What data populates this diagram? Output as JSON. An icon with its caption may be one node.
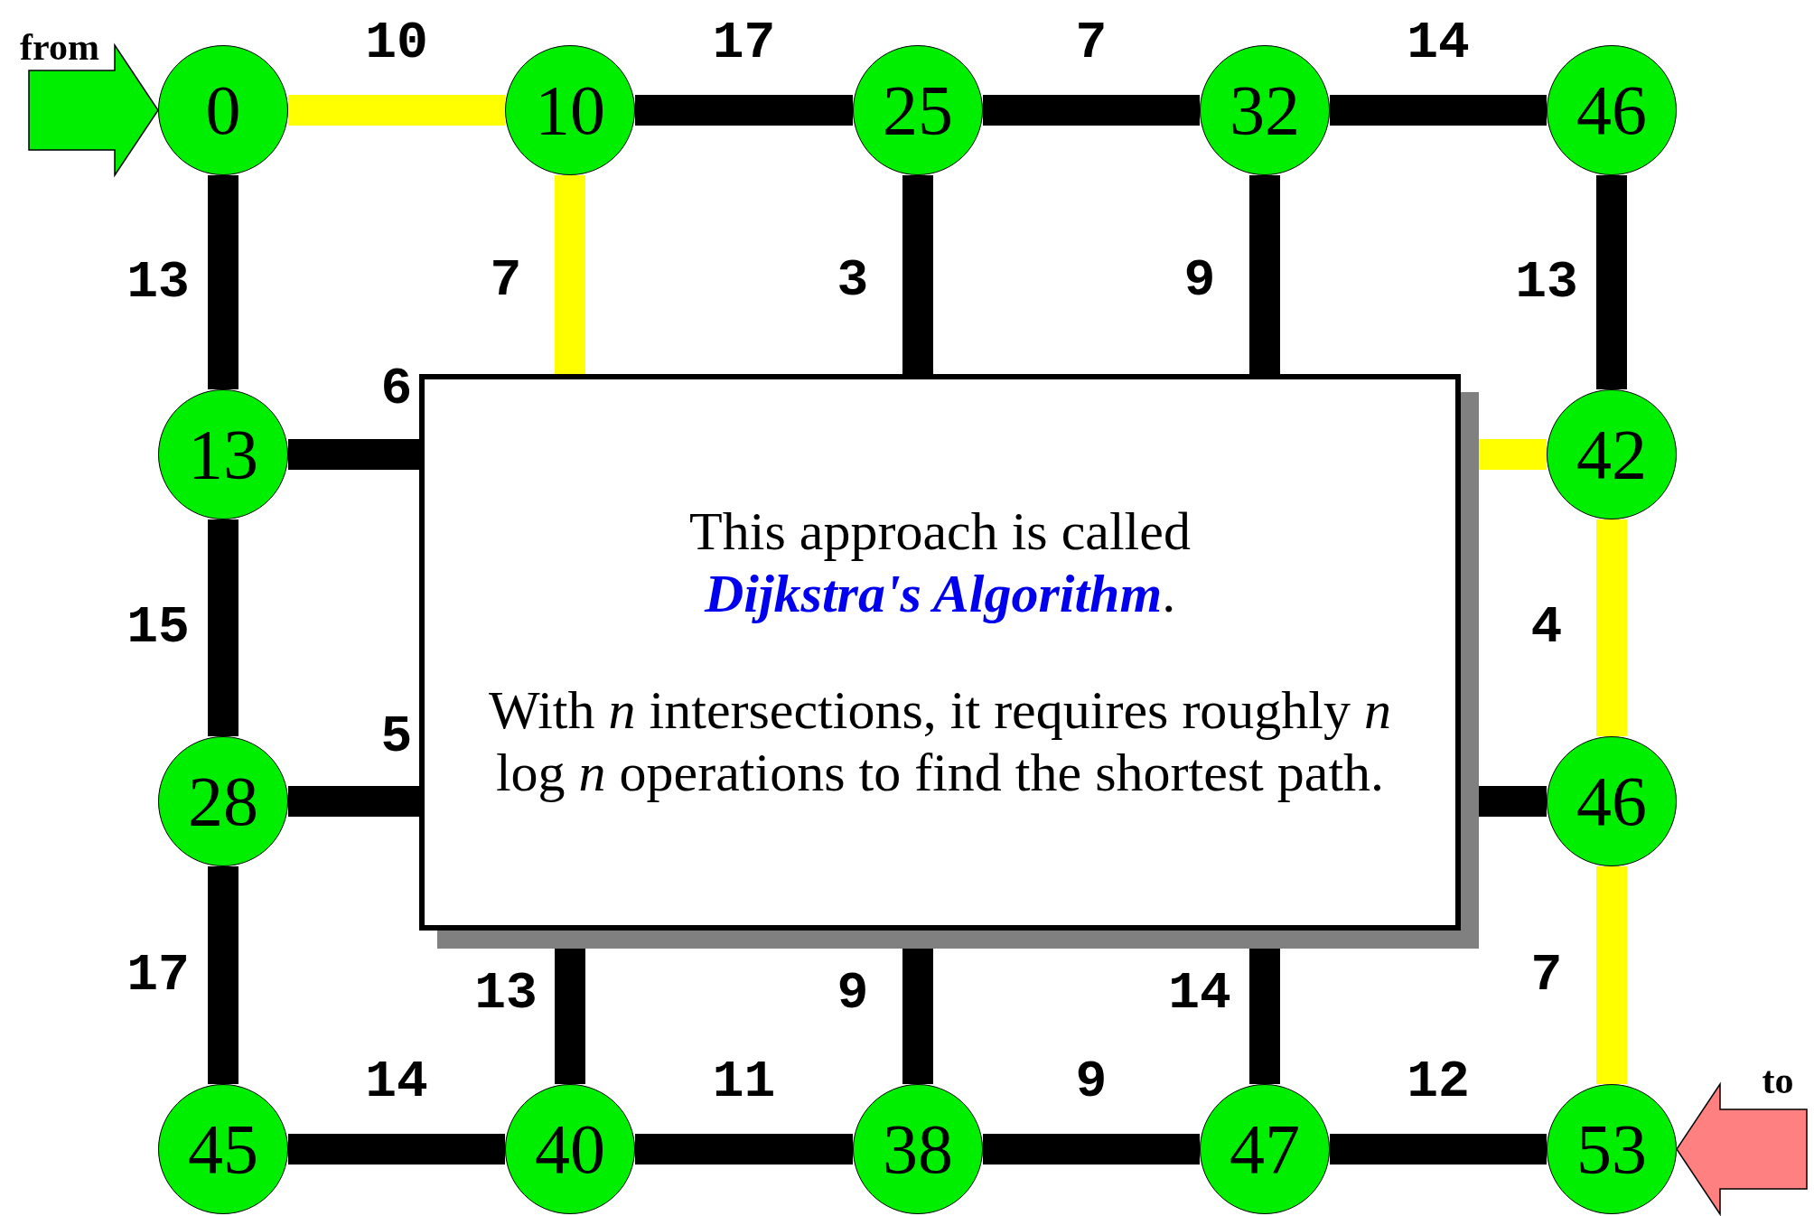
{
  "diagram": {
    "nodes": [
      {
        "text": [
          "0"
        ]
      },
      {
        "text": [
          "10"
        ]
      },
      {
        "text": [
          "25"
        ]
      },
      {
        "text": [
          "32"
        ]
      },
      {
        "text": [
          "46"
        ]
      },
      {
        "text": [
          "13"
        ]
      },
      {
        "text": [
          "42"
        ]
      },
      {
        "text": [
          "28"
        ]
      },
      {
        "text": [
          "46"
        ]
      },
      {
        "text": [
          "45"
        ]
      },
      {
        "text": [
          "40"
        ]
      },
      {
        "text": [
          "38"
        ]
      },
      {
        "text": [
          "47"
        ]
      },
      {
        "text": [
          "53"
        ]
      },
      {
        "text": [
          "This approach is called **Dijkstra's Algorithm**.",
          "With *n* intersections, it requires roughly *n* log *n* operations to find the shortest path."
        ]
      }
    ],
    "edges": [
      {
        "from": 0,
        "to": 1,
        "arrow": "none",
        "label": "10",
        "color": "#ffff00"
      },
      {
        "from": 1,
        "to": 2,
        "arrow": "none",
        "label": "17"
      },
      {
        "from": 2,
        "to": 3,
        "arrow": "none",
        "label": "7"
      },
      {
        "from": 3,
        "to": 4,
        "arrow": "none",
        "label": "14"
      },
      {
        "from": 0,
        "to": 5,
        "arrow": "none",
        "label": "13"
      },
      {
        "from": 1,
        "to": 14,
        "arrow": "none",
        "label": "7",
        "color": "#ffff00"
      },
      {
        "from": 2,
        "to": 14,
        "arrow": "none",
        "label": "3"
      },
      {
        "from": 3,
        "to": 14,
        "arrow": "none",
        "label": "9"
      },
      {
        "from": 4,
        "to": 6,
        "arrow": "none",
        "label": "13"
      },
      {
        "from": 5,
        "to": 14,
        "arrow": "none",
        "label": "6"
      },
      {
        "from": 6,
        "to": 14,
        "arrow": "none",
        "color": "#ffff00"
      },
      {
        "from": 5,
        "to": 7,
        "arrow": "none",
        "label": "15"
      },
      {
        "from": 6,
        "to": 8,
        "arrow": "none",
        "label": "4",
        "color": "#ffff00"
      },
      {
        "from": 7,
        "to": 14,
        "arrow": "none",
        "label": "5"
      },
      {
        "from": 8,
        "to": 14,
        "arrow": "none"
      },
      {
        "from": 7,
        "to": 9,
        "arrow": "none",
        "label": "17"
      },
      {
        "from": 10,
        "to": 14,
        "arrow": "none",
        "label": "13"
      },
      {
        "from": 11,
        "to": 14,
        "arrow": "none",
        "label": "9"
      },
      {
        "from": 12,
        "to": 14,
        "arrow": "none",
        "label": "14"
      },
      {
        "from": 8,
        "to": 13,
        "arrow": "none",
        "label": "7",
        "color": "#ffff00"
      },
      {
        "from": 9,
        "to": 10,
        "arrow": "none",
        "label": "14"
      },
      {
        "from": 10,
        "to": 11,
        "arrow": "none",
        "label": "11"
      },
      {
        "from": 11,
        "to": 12,
        "arrow": "none",
        "label": "9"
      },
      {
        "from": 12,
        "to": 13,
        "arrow": "none",
        "label": "12"
      },
      {
        "from": null,
        "to": 0,
        "arrow": "to",
        "label": "from",
        "color": "#00ee00"
      },
      {
        "from": null,
        "to": 13,
        "arrow": "to",
        "label": "to",
        "color": "#ff8080"
      }
    ]
  }
}
